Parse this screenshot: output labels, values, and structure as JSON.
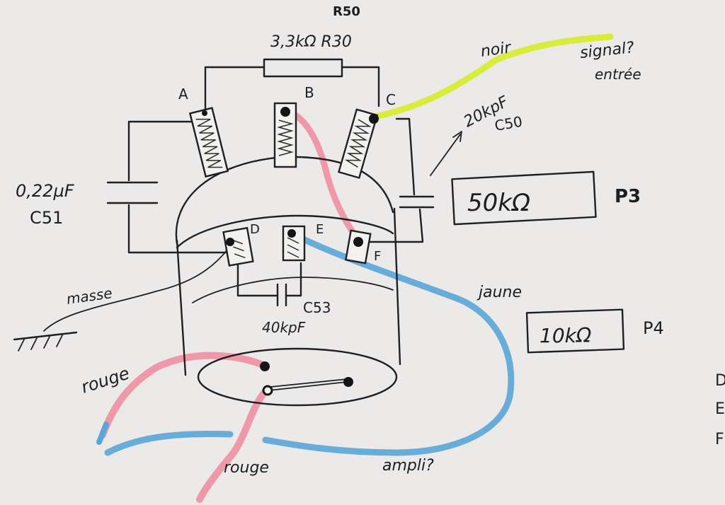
{
  "top_label": "R50",
  "resistor": {
    "value": "3,3kΩ R30"
  },
  "terminals": {
    "a": "A",
    "b": "B",
    "c": "C",
    "d": "D",
    "e": "E",
    "f": "F"
  },
  "cap_left": {
    "value": "0,22µF",
    "name": "C51"
  },
  "cap_right": {
    "value": "20kpF",
    "name": "C50"
  },
  "cap_bottom": {
    "name": "C53",
    "value": "40kpF"
  },
  "wires": {
    "black_label": "noir",
    "yellow_end": "signal?",
    "yellow_end_2": "entrée",
    "blue_label": "jaune",
    "red_label_left": "rouge",
    "red_label_bottom": "rouge",
    "ampli_label": "ampli?",
    "ground_label": "masse"
  },
  "pots": {
    "p3": {
      "value": "50kΩ",
      "name": "P3"
    },
    "p4": {
      "value": "10kΩ",
      "name": "P4"
    }
  },
  "margin_letters": [
    "D",
    "E",
    "F"
  ],
  "colors": {
    "paper": "#ebeae8",
    "ink": "#1f1f24",
    "yellow_wire": "#d8ec3c",
    "red_wire": "#ef8fa3",
    "blue_wire": "#5aa6d8"
  }
}
